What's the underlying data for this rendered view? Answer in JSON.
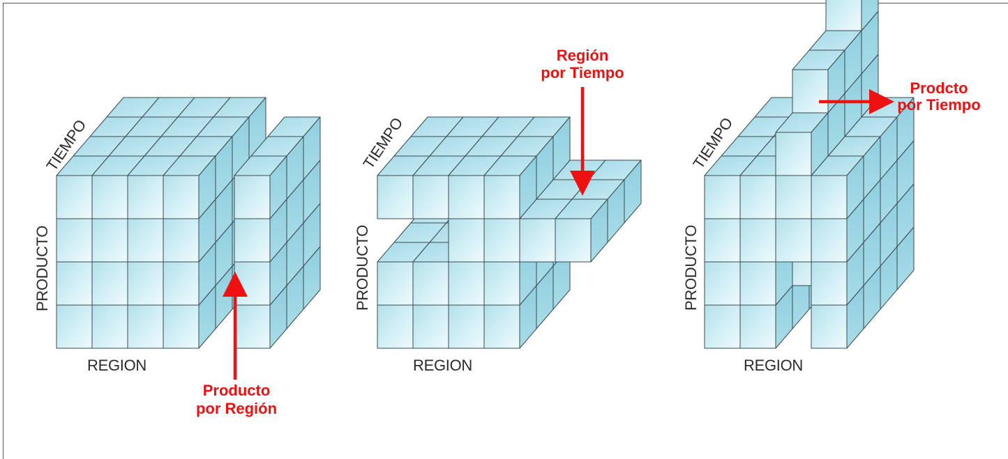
{
  "axes": {
    "time": "TIEMPO",
    "product": "PRODUCTO",
    "region": "REGION"
  },
  "callouts": {
    "product_by_region": [
      "Producto",
      "por Región"
    ],
    "region_by_time": [
      "Región",
      "por Tiempo"
    ],
    "product_by_time": [
      "Prodcto",
      "por Tiempo"
    ]
  },
  "colors": {
    "cube_front": "#c2e8f0",
    "cube_top": "#acdde9",
    "cube_side": "#8ecfdf",
    "cube_edge": "#3a4a50",
    "callout": "#ee1111",
    "frame": "#555555"
  }
}
